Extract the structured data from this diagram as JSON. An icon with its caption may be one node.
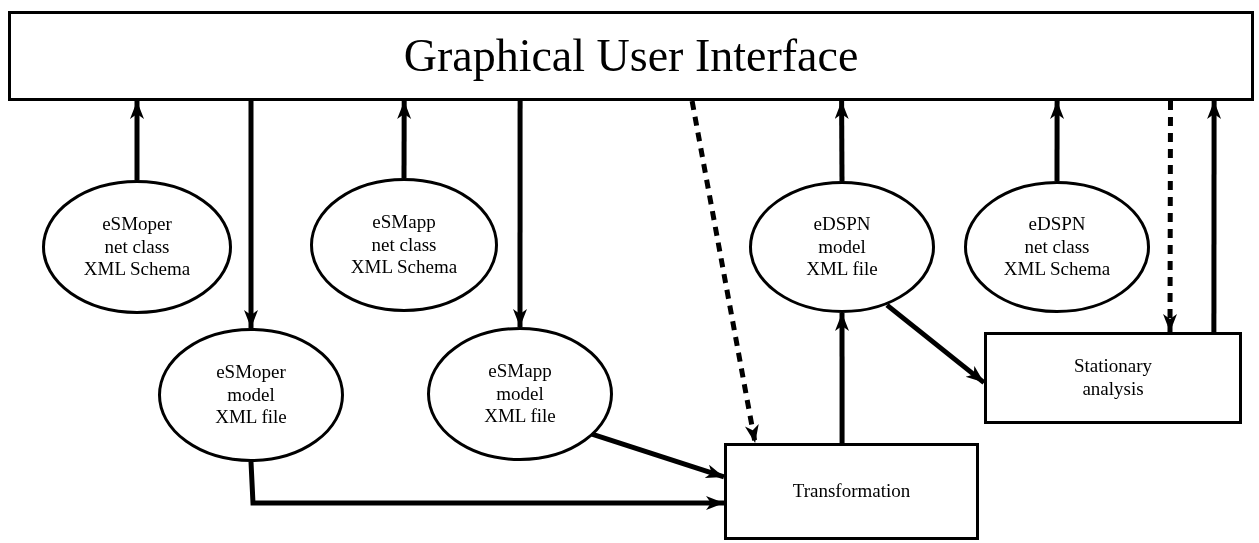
{
  "diagram": {
    "nodes": [
      {
        "text": [
          "Graphical User Interface"
        ]
      },
      {
        "text": [
          "eSMoper net class XML Schema"
        ]
      },
      {
        "text": [
          "eSMapp net class XML Schema"
        ]
      },
      {
        "text": [
          "eSMoper model XML file"
        ]
      },
      {
        "text": [
          "eSMapp model XML file"
        ]
      },
      {
        "text": [
          "eDSPN model XML file"
        ]
      },
      {
        "text": [
          "eDSPN net class XML Schema"
        ]
      },
      {
        "text": [
          "Stationary analysis"
        ]
      },
      {
        "text": [
          "Transformation"
        ]
      }
    ],
    "edges": [
      {
        "from": 1,
        "to": 0,
        "arrow": "to"
      },
      {
        "from": 0,
        "to": 3,
        "arrow": "to"
      },
      {
        "from": 2,
        "to": 0,
        "arrow": "to"
      },
      {
        "from": 0,
        "to": 4,
        "arrow": "to"
      },
      {
        "from": 0,
        "to": 8,
        "arrow": "to",
        "style": "dashed"
      },
      {
        "from": 5,
        "to": 0,
        "arrow": "to"
      },
      {
        "from": 6,
        "to": 0,
        "arrow": "to"
      },
      {
        "from": 0,
        "to": 7,
        "arrow": "to",
        "style": "dashed"
      },
      {
        "from": 7,
        "to": 0,
        "arrow": "to"
      },
      {
        "from": 4,
        "to": 8,
        "arrow": "to"
      },
      {
        "from": 3,
        "to": 8,
        "arrow": "to"
      },
      {
        "from": 8,
        "to": 5,
        "arrow": "to"
      },
      {
        "from": 5,
        "to": 7,
        "arrow": "to"
      }
    ]
  }
}
